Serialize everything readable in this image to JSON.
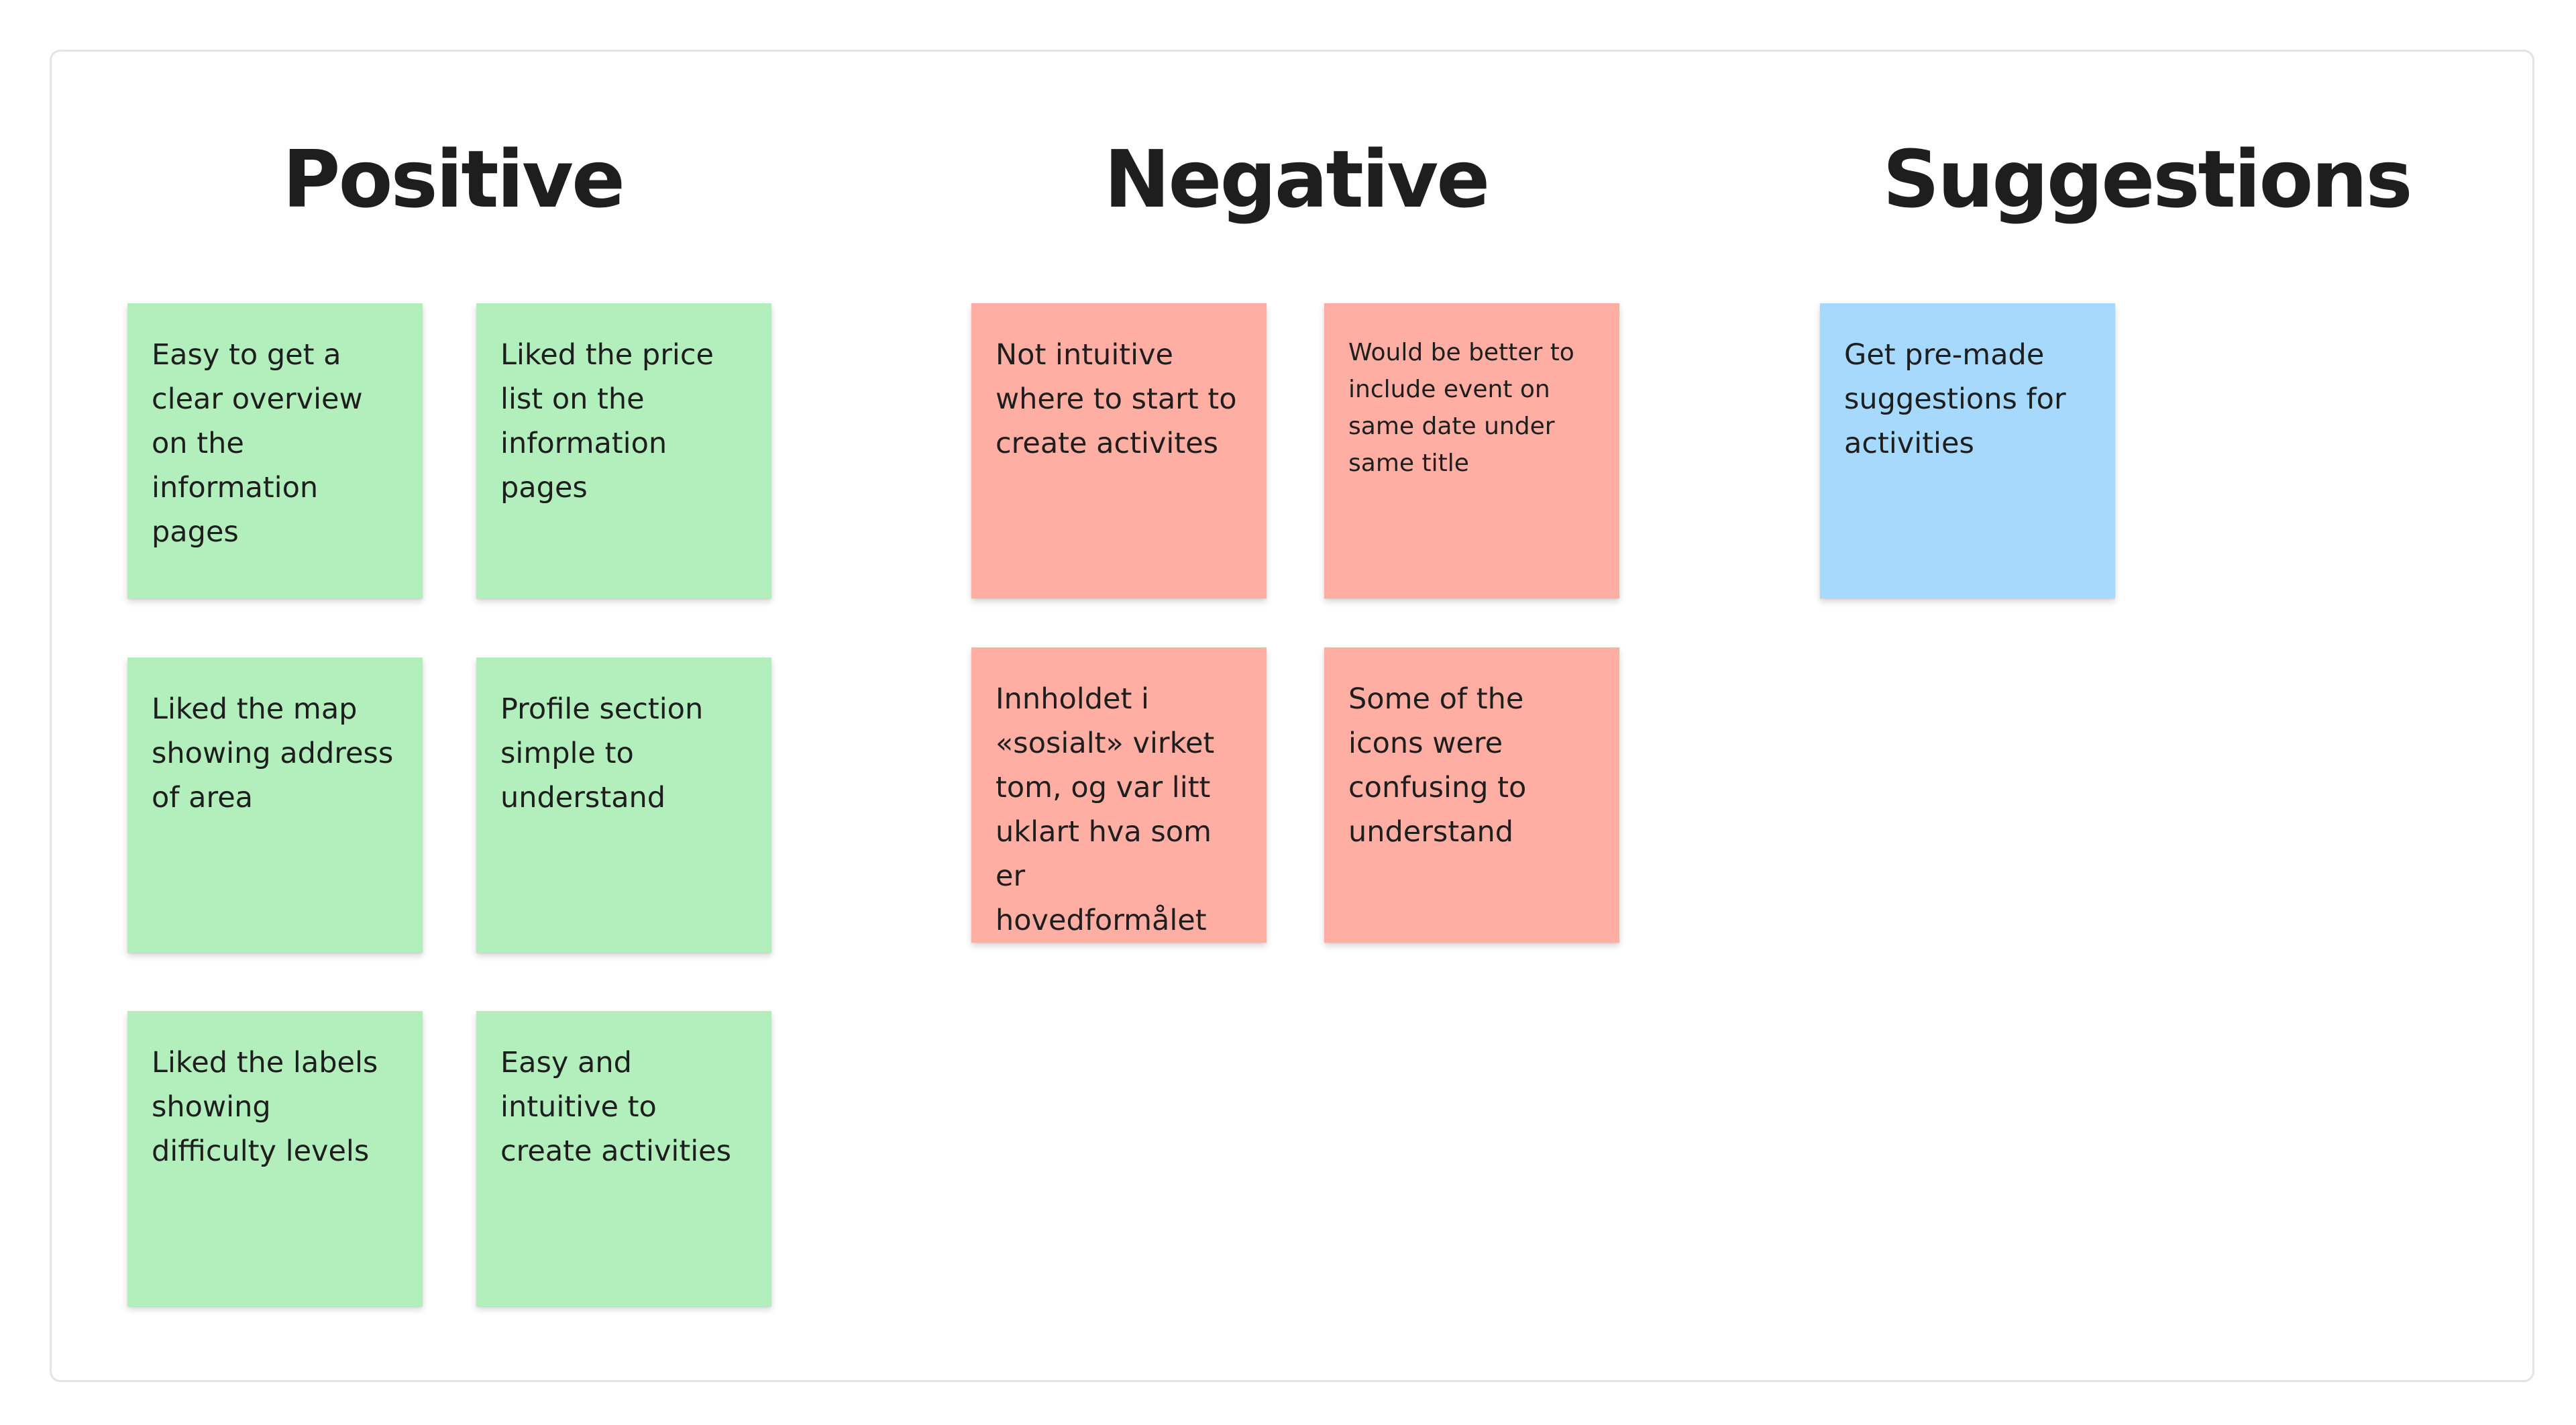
{
  "columns": {
    "positive": {
      "title": "Positive",
      "notes": [
        "Easy to get a clear overview on the information pages",
        "Liked the price list on the information pages",
        "Liked the map showing address of area",
        "Profile section simple to understand",
        "Liked the labels showing difficulty levels",
        "Easy and intuitive to create activities"
      ]
    },
    "negative": {
      "title": "Negative",
      "notes": [
        "Not intuitive where to start to create activites",
        "Would be better to include event on same date under same title",
        "Innholdet i «sosialt» virket tom, og var litt uklart hva som er hovedformålet",
        "Some of the icons were confusing to understand"
      ]
    },
    "suggestions": {
      "title": "Suggestions",
      "notes": [
        "Get pre-made suggestions for activities"
      ]
    }
  },
  "colors": {
    "positive_note": "#b3eebd",
    "negative_note": "#ffaea3",
    "suggestion_note": "#a6d9fc",
    "heading_text": "#1e1e1e",
    "board_border": "#e4e4e4"
  }
}
